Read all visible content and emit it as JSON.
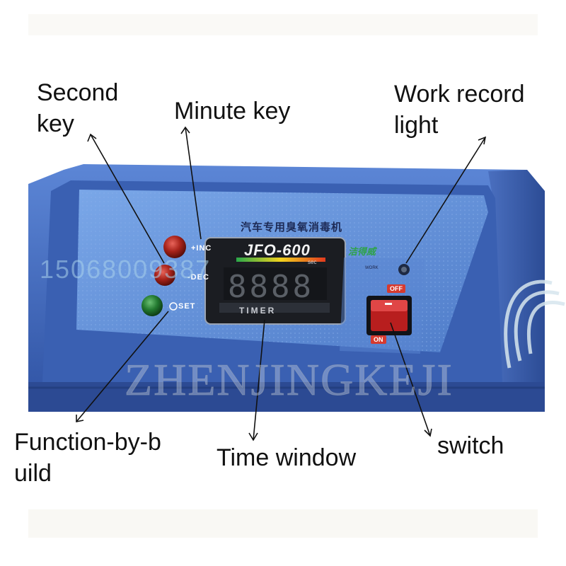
{
  "labels": {
    "second_key": [
      "Second",
      "key"
    ],
    "minute_key": "Minute key",
    "work_record_light": [
      "Work record",
      "light"
    ],
    "function_by_build": [
      "Function-by-b",
      "uild"
    ],
    "time_window": "Time window",
    "switch": "switch"
  },
  "device": {
    "panel_title": "汽车专用臭氧消毒机",
    "model": "JFO-600",
    "brand": "洁得威",
    "display_digits": "8888",
    "display_label": "TIMER",
    "display_unit": "sec",
    "buttons": {
      "inc": "+INC",
      "dec": "-DEC",
      "set": "SET"
    },
    "indicator_label": "WORK",
    "switch_off": "OFF",
    "switch_on": "ON"
  },
  "watermarks": {
    "phone": "15068009387",
    "brand": "ZHENJINGKEJI"
  },
  "colors": {
    "body_blue": "#3d63b8",
    "panel_blue": "#5f8ed8",
    "display_black": "#1b1d22",
    "button_red": "#9c1a12",
    "button_green": "#1f6b2a",
    "switch_red": "#b81e1e"
  }
}
